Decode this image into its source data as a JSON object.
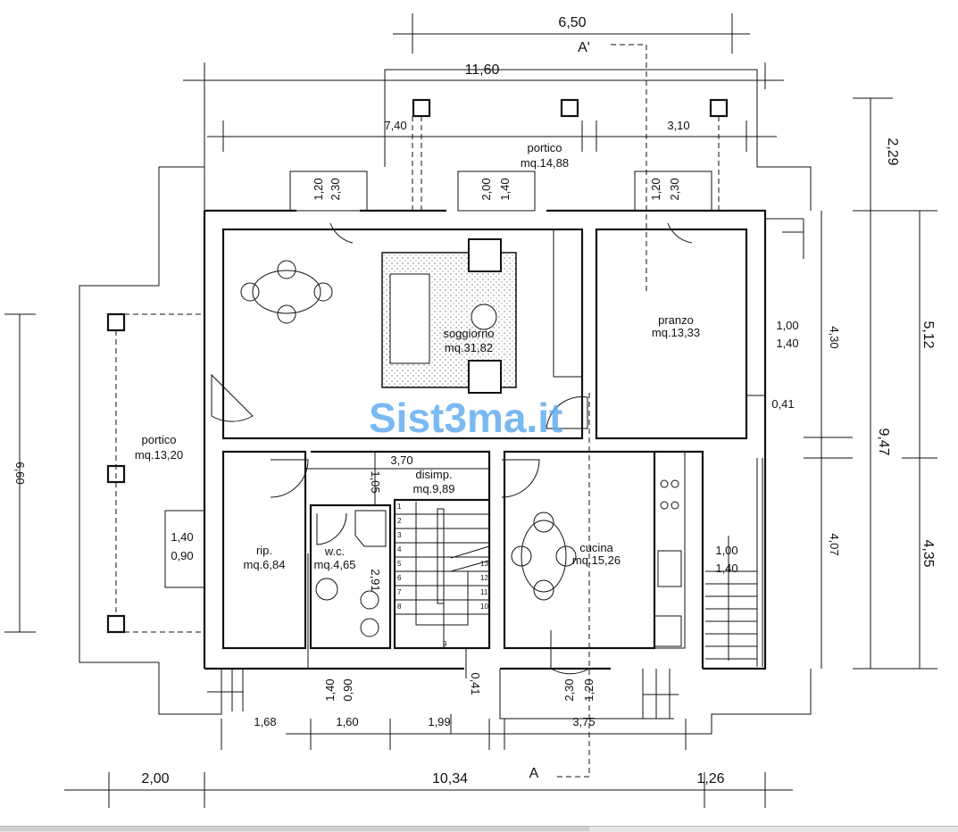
{
  "rooms": {
    "portico_top": {
      "name": "portico",
      "area": "mq.14,88"
    },
    "soggiorno": {
      "name": "soggiorno",
      "area": "mq.31,82"
    },
    "pranzo": {
      "name": "pranzo",
      "area": "mq.13,33"
    },
    "portico_left": {
      "name": "portico",
      "area": "mq.13,20"
    },
    "disimp": {
      "name": "disimp.",
      "area": "mq.9,89"
    },
    "rip": {
      "name": "rip.",
      "area": "mq.6,84"
    },
    "wc": {
      "name": "w.c.",
      "area": "mq.4,65"
    },
    "cucina": {
      "name": "cucina",
      "area": "mq.15,26"
    }
  },
  "sections": {
    "top": "A'",
    "bottom": "A"
  },
  "dims": {
    "d650": "6,50",
    "d1160": "11,60",
    "d740": "7,40",
    "d310": "3,10",
    "w1a": "2,30",
    "w1b": "1,20",
    "w2a": "2,00",
    "w2b": "1,40",
    "w3a": "1,20",
    "w3b": "2,30",
    "d229": "2,29",
    "d512": "5,12",
    "d430": "4,30",
    "d947": "9,47",
    "d407": "4,07",
    "d435": "4,35",
    "pr_a": "1,00",
    "pr_b": "1,40",
    "d041r": "0,41",
    "d660": "6,60",
    "d370": "3,70",
    "d105": "1,05",
    "rip_a": "1,40",
    "rip_b": "0,90",
    "d291": "2,91",
    "cu_a": "1,00",
    "cu_b": "1,40",
    "b1a": "1,40",
    "b1b": "0,90",
    "d041b": "0,41",
    "b2a": "2,30",
    "b2b": "1,20",
    "d168": "1,68",
    "d160": "1,60",
    "d199": "1,99",
    "d375": "3,75",
    "d200": "2,00",
    "d1034": "10,34",
    "d126": "1,26"
  },
  "stairs": [
    "1",
    "2",
    "3",
    "4",
    "5",
    "6",
    "7",
    "8",
    "9",
    "10",
    "11",
    "12",
    "13"
  ],
  "watermark": "Sist3ma.it"
}
